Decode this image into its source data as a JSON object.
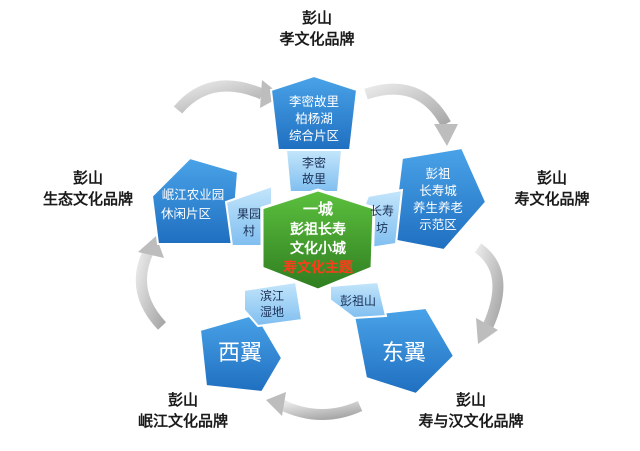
{
  "brands": {
    "top": {
      "place": "彭山",
      "name": "孝文化品牌"
    },
    "right": {
      "place": "彭山",
      "name": "寿文化品牌"
    },
    "bottom_right": {
      "place": "彭山",
      "name": "寿与汉文化品牌"
    },
    "bottom_left": {
      "place": "彭山",
      "name": "岷江文化品牌"
    },
    "left": {
      "place": "彭山",
      "name": "生态文化品牌"
    }
  },
  "core": {
    "line1": "一城",
    "line2": "彭祖长寿",
    "line3": "文化小城",
    "line4": "寿文化主题"
  },
  "zones": {
    "top_main": [
      "李密故里",
      "柏杨湖",
      "综合片区"
    ],
    "top_sub": [
      "李密",
      "故里"
    ],
    "right_main": [
      "彭祖",
      "长寿城",
      "养生养老",
      "示范区"
    ],
    "right_sub": [
      "长寿",
      "坊"
    ],
    "bottom_right_main": [
      "东翼"
    ],
    "bottom_right_sub": [
      "彭祖山"
    ],
    "bottom_left_main": [
      "西翼"
    ],
    "bottom_left_sub": [
      "滨江",
      "湿地"
    ],
    "left_main": [
      "岷江农业园",
      "休闲片区"
    ],
    "left_sub": [
      "果园",
      "村"
    ]
  },
  "colors": {
    "zone_dark": "#2a7fd0",
    "zone_light": "#9fd2f6",
    "core_green": "#3d9b2c",
    "core_highlight": "#ff3b1a",
    "arrow_gray": "#c9c9c9"
  }
}
